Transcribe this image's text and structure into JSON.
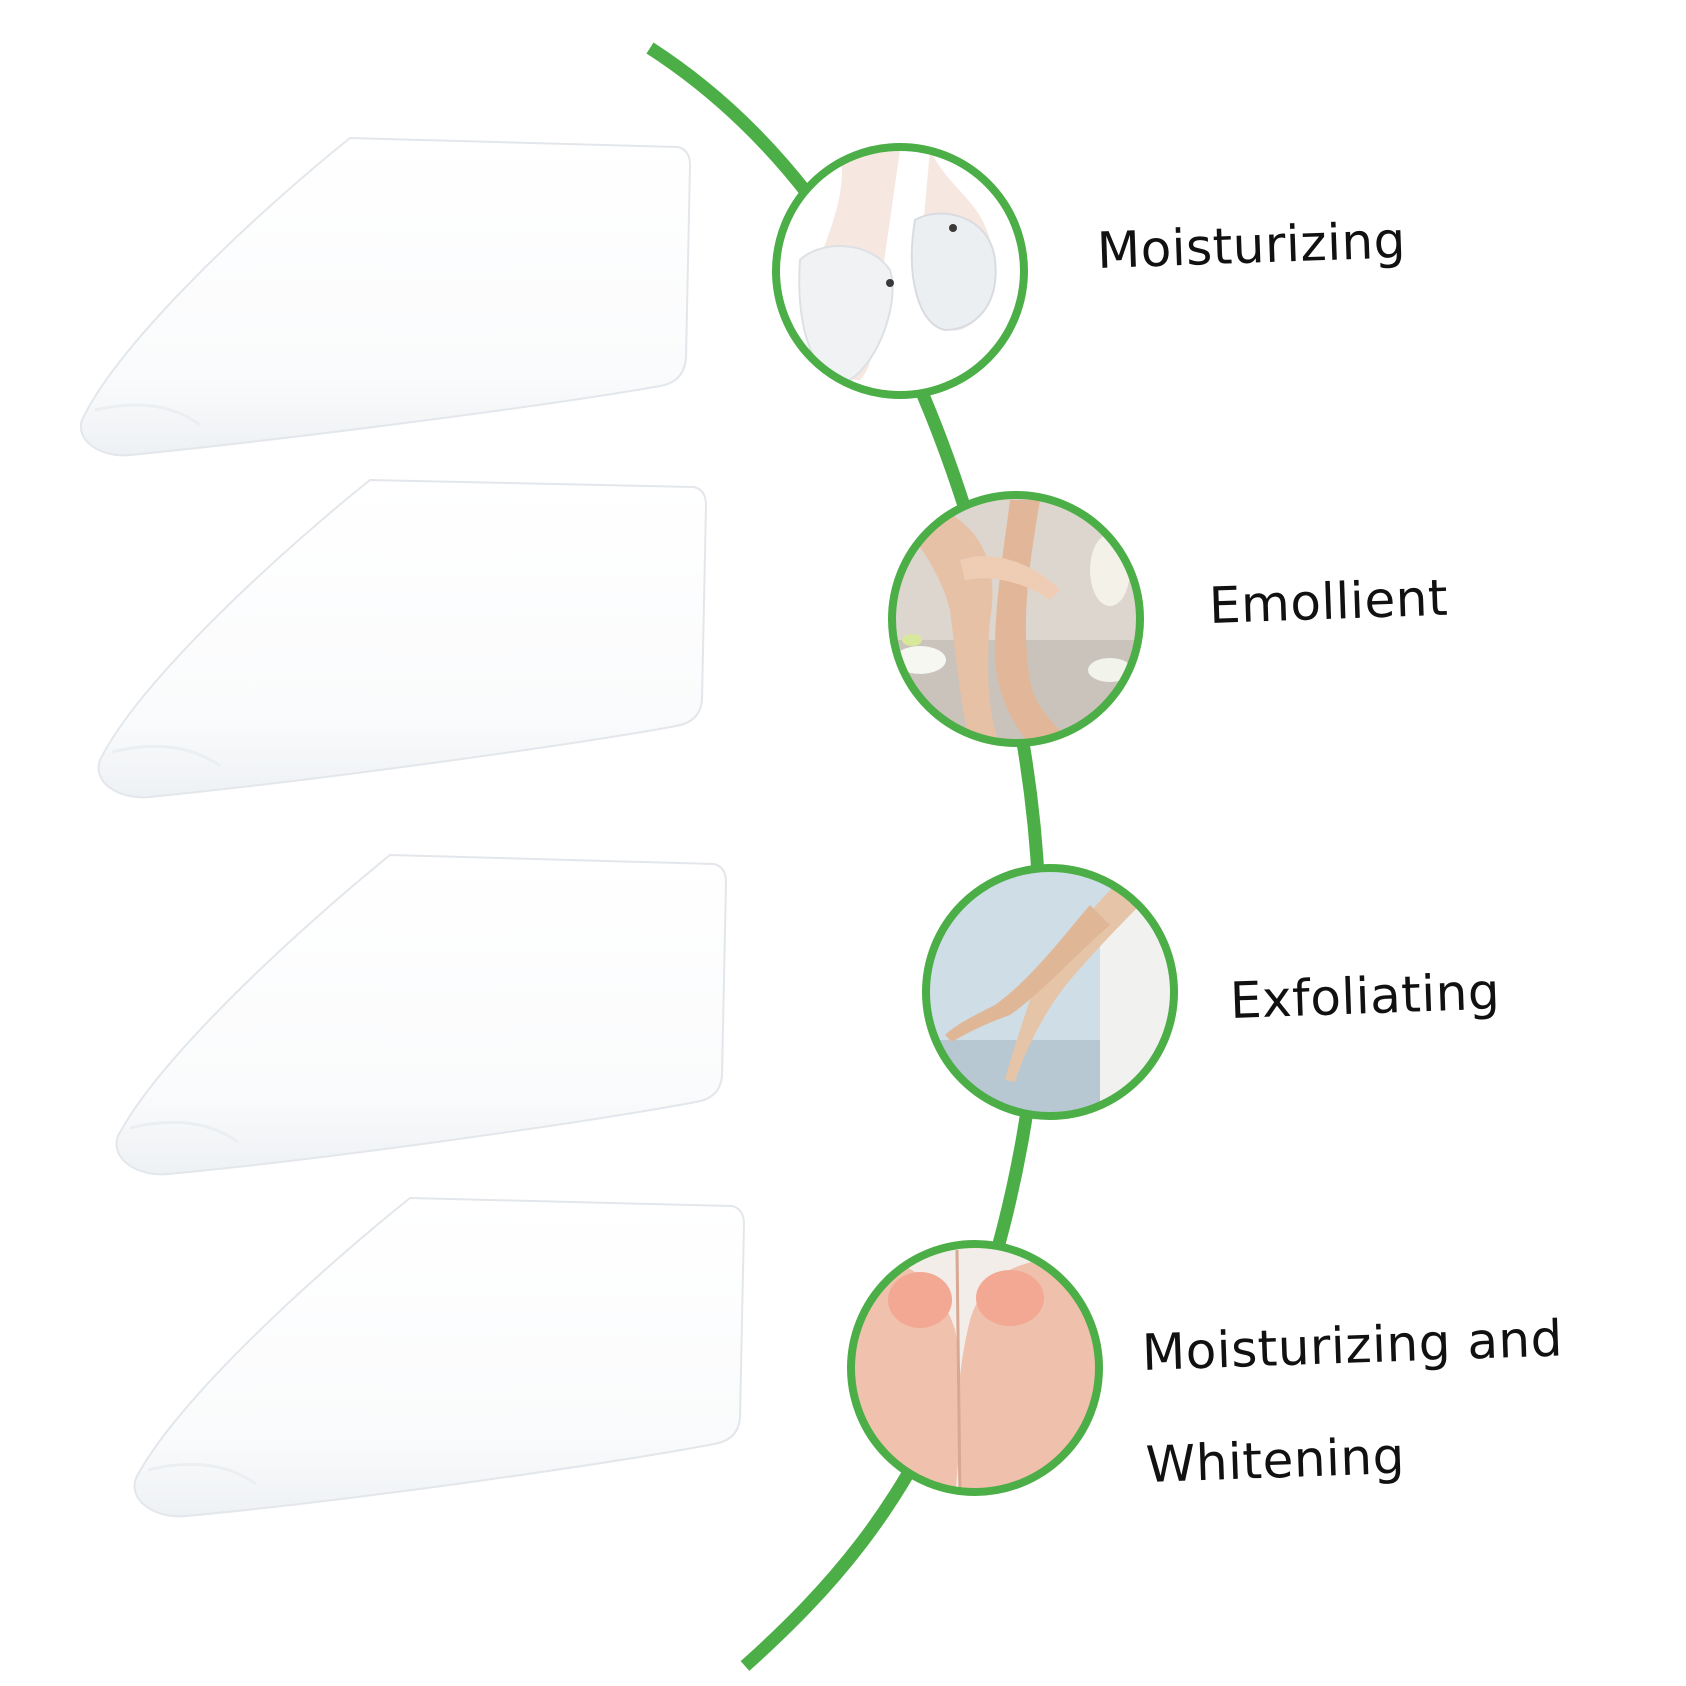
{
  "colors": {
    "accent_green": "#4cae46",
    "background": "#ffffff",
    "sock_white": "#fbfcfd",
    "sock_shadow": "#e7ebef",
    "text": "#111111"
  },
  "product": {
    "socks": [
      {
        "name": "white-spa-sock"
      },
      {
        "name": "white-spa-sock"
      },
      {
        "name": "white-spa-sock"
      },
      {
        "name": "white-spa-sock"
      }
    ]
  },
  "features": [
    {
      "label": "Moisturizing",
      "photo": "feet-in-peel-socks"
    },
    {
      "label": "Emollient",
      "photo": "crossed-legs-with-lilies"
    },
    {
      "label": "Exfoliating",
      "photo": "raised-legs-on-chair"
    },
    {
      "label_line1": "Moisturizing and",
      "label_line2": "Whitening",
      "photo": "soles-of-feet"
    }
  ]
}
